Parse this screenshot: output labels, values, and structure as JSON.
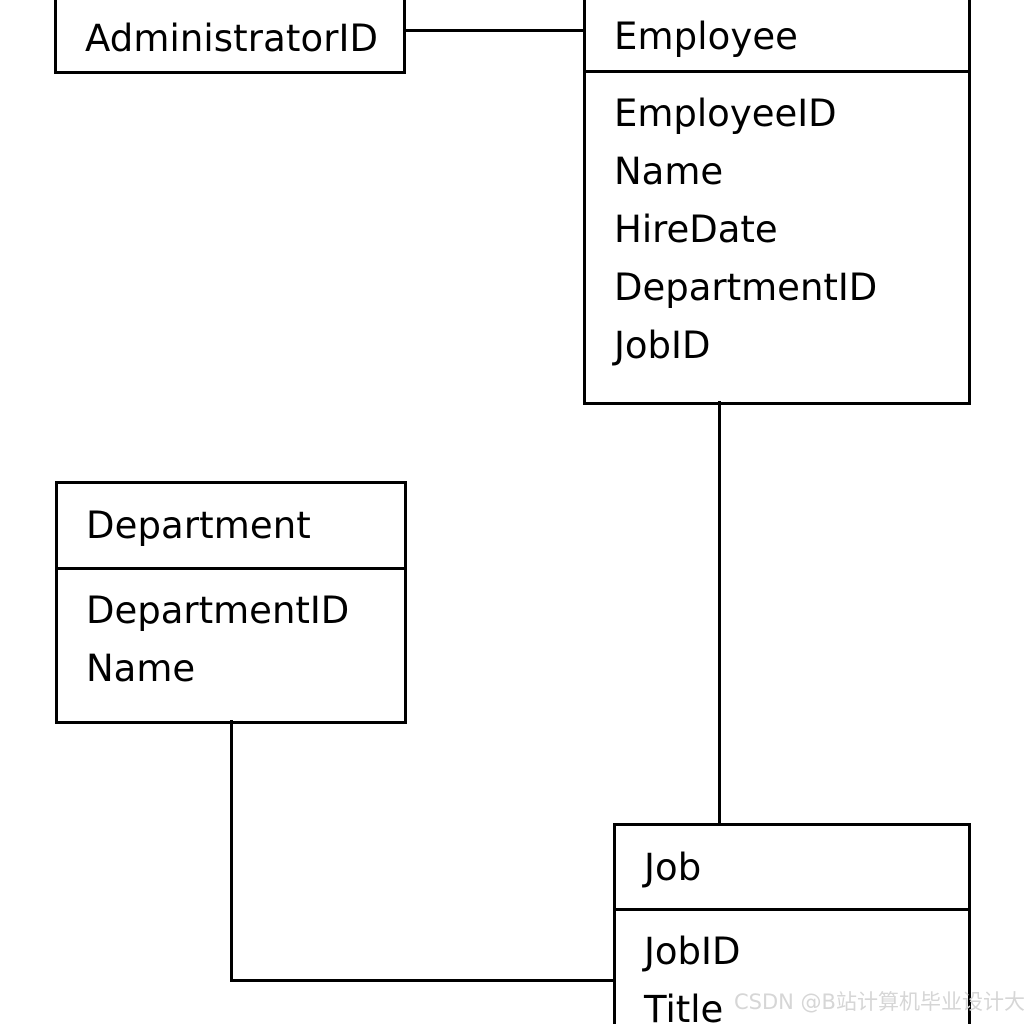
{
  "diagram": {
    "type": "entity-relationship-diagram",
    "background_color": "#ffffff",
    "line_color": "#000000",
    "text_color": "#000000",
    "entities": [
      {
        "id": "administrator",
        "name": "AdministratorID",
        "attributes": []
      },
      {
        "id": "employee",
        "name": "Employee",
        "attributes": [
          "EmployeeID",
          "Name",
          "HireDate",
          "DepartmentID",
          "JobID"
        ]
      },
      {
        "id": "department",
        "name": "Department",
        "attributes": [
          "DepartmentID",
          "Name"
        ]
      },
      {
        "id": "job",
        "name": "Job",
        "attributes": [
          "JobID",
          "Title"
        ]
      }
    ],
    "relationships": [
      {
        "from": "administrator",
        "to": "employee"
      },
      {
        "from": "employee",
        "to": "job"
      },
      {
        "from": "department",
        "to": "job"
      }
    ]
  },
  "watermark": {
    "text": "CSDN @B站计算机毕业设计大学",
    "color": "#d6d6d6"
  }
}
